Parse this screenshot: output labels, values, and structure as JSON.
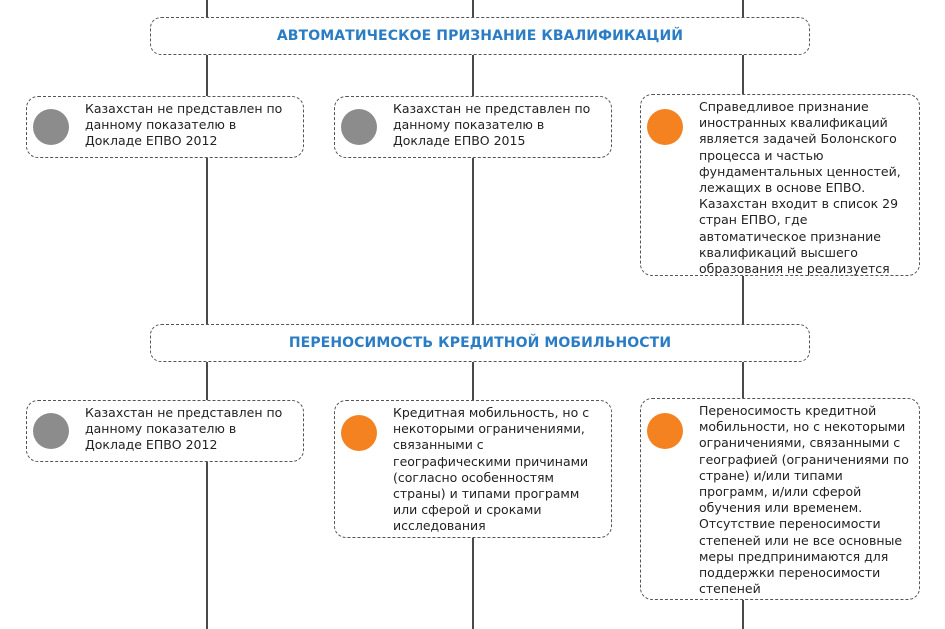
{
  "sections": [
    {
      "title": "АВТОМАТИЧЕСКОЕ ПРИЗНАНИЕ КВАЛИФИКАЦИЙ",
      "cards": [
        {
          "status": "grey",
          "status_color": "#8c8c8c",
          "text": "Казахстан не представлен по данному показателю в Докладе ЕПВО 2012"
        },
        {
          "status": "grey",
          "status_color": "#8c8c8c",
          "text": "Казахстан не представлен по данному показателю в Докладе ЕПВО 2015"
        },
        {
          "status": "orange",
          "status_color": "#f58220",
          "text": "Справедливое признание иностранных квалификаций является задачей Болонского процесса и частью фундаментальных ценностей, лежащих в основе ЕПВО. Казахстан входит в список 29 стран ЕПВО, где автоматическое признание квалификаций высшего образования не реализуется"
        }
      ]
    },
    {
      "title": "ПЕРЕНОСИМОСТЬ КРЕДИТНОЙ МОБИЛЬНОСТИ",
      "cards": [
        {
          "status": "grey",
          "status_color": "#8c8c8c",
          "text": "Казахстан не представлен по данному показателю в Докладе ЕПВО 2012"
        },
        {
          "status": "orange",
          "status_color": "#f58220",
          "text": "Кредитная мобильность, но с некоторыми ограничениями, связанными с географическими причинами (согласно особенностям страны) и типами программ или сферой и сроками исследования"
        },
        {
          "status": "orange",
          "status_color": "#f58220",
          "text": "Переносимость кредитной мобильности, но с некоторыми ограничениями, связанными с географией (ограничениями по стране) и/или типами программ, и/или сферой обучения или временем. Отсутствие переносимости степеней или не все основные меры предпринимаются для поддержки переносимости степеней"
        }
      ]
    }
  ],
  "colors": {
    "header_text": "#2a7dc4",
    "line": "#4a4a4a"
  }
}
